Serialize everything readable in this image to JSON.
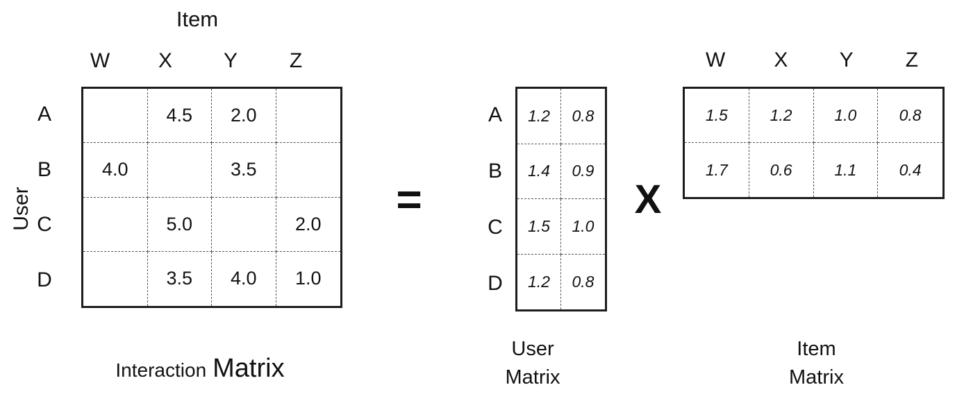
{
  "interaction_matrix": {
    "title": "Item",
    "side_label": "User",
    "col_headers": [
      "W",
      "X",
      "Y",
      "Z"
    ],
    "row_headers": [
      "A",
      "B",
      "C",
      "D"
    ],
    "cells": [
      [
        "",
        "4.5",
        "2.0",
        ""
      ],
      [
        "4.0",
        "",
        "3.5",
        ""
      ],
      [
        "",
        "5.0",
        "",
        "2.0"
      ],
      [
        "",
        "3.5",
        "4.0",
        "1.0"
      ]
    ],
    "caption_small": "Interaction",
    "caption_large": "Matrix"
  },
  "operators": {
    "equals": "=",
    "times": "X"
  },
  "user_matrix": {
    "row_headers": [
      "A",
      "B",
      "C",
      "D"
    ],
    "cells": [
      [
        "1.2",
        "0.8"
      ],
      [
        "1.4",
        "0.9"
      ],
      [
        "1.5",
        "1.0"
      ],
      [
        "1.2",
        "0.8"
      ]
    ],
    "caption_line1": "User",
    "caption_line2": "Matrix"
  },
  "item_matrix": {
    "col_headers": [
      "W",
      "X",
      "Y",
      "Z"
    ],
    "cells": [
      [
        "1.5",
        "1.2",
        "1.0",
        "0.8"
      ],
      [
        "1.7",
        "0.6",
        "1.1",
        "0.4"
      ]
    ],
    "caption_line1": "Item",
    "caption_line2": "Matrix"
  },
  "colors": {
    "background": "#ffffff",
    "text": "#111111",
    "solid_border": "#1c1c1c",
    "dashed_border": "#555555"
  }
}
